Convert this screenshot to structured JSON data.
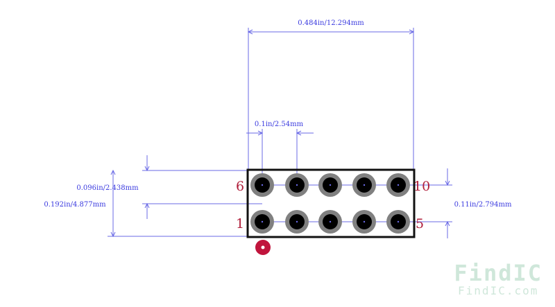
{
  "dimensions": {
    "overall_width": "0.484in/12.294mm",
    "pitch": "0.1in/2.54mm",
    "row_offset": "0.096in/2.438mm",
    "overall_height": "0.192in/4.877mm",
    "right_height": "0.11in/2.794mm"
  },
  "pin_labels": {
    "top_left": "6",
    "top_right": "10",
    "bottom_left": "1",
    "bottom_right": "5"
  },
  "colors": {
    "dimension": "#6a6ae6",
    "pin_label": "#b0203c",
    "pad_ring": "#808080",
    "pad_hole": "#000000",
    "pin1_marker": "#c0143c"
  },
  "watermark": {
    "brand_find": "Find",
    "brand_ic": "IC",
    "url": "FindIC.com"
  }
}
